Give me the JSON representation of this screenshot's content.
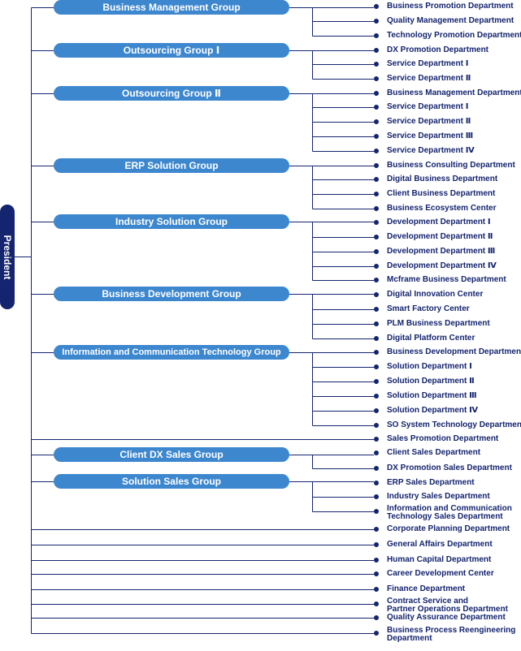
{
  "president": "President",
  "groups": [
    {
      "name": "Business Management Group",
      "departments": [
        "Business Promotion Department",
        "Quality Management Department",
        "Technology Promotion Department"
      ]
    },
    {
      "name": "Outsourcing Group Ⅰ",
      "departments": [
        "DX Promotion Department",
        "Service Department Ⅰ",
        "Service Department Ⅱ"
      ]
    },
    {
      "name": "Outsourcing Group Ⅱ",
      "departments": [
        "Business Management Department",
        "Service Department Ⅰ",
        "Service Department Ⅱ",
        "Service Department Ⅲ",
        "Service Department Ⅳ"
      ]
    },
    {
      "name": "ERP Solution Group",
      "departments": [
        "Business Consulting Department",
        "Digital Business Department",
        "Client Business Department",
        "Business Ecosystem Center"
      ]
    },
    {
      "name": "Industry Solution Group",
      "departments": [
        "Development Department Ⅰ",
        "Development Department Ⅱ",
        "Development Department Ⅲ",
        "Development Department Ⅳ",
        "Mcframe Business Department"
      ]
    },
    {
      "name": "Business Development Group",
      "departments": [
        "Digital Innovation Center",
        "Smart Factory Center",
        "PLM Business Department",
        "Digital Platform Center"
      ]
    },
    {
      "name": "Information and Communication Technology Group",
      "departments": [
        "Business Development Department",
        "Solution Department Ⅰ",
        "Solution Department Ⅱ",
        "Solution Department Ⅲ",
        "Solution Department Ⅳ",
        "SO System Technology Department"
      ]
    },
    {
      "name": "Sales Promotion Department",
      "direct": true
    },
    {
      "name": "Client DX Sales Group",
      "departments": [
        "Client Sales Department",
        "DX Promotion Sales Department"
      ]
    },
    {
      "name": "Solution Sales Group",
      "departments": [
        "ERP Sales Department",
        "Industry Sales Department",
        "Information and Communication Technology Sales Department"
      ]
    },
    {
      "name": "Corporate Planning Department",
      "direct": true
    },
    {
      "name": "General Affairs Department",
      "direct": true
    },
    {
      "name": "Human Capital Department",
      "direct": true
    },
    {
      "name": "Career Development Center",
      "direct": true
    },
    {
      "name": "Finance Department",
      "direct": true
    },
    {
      "name": "Contract Service and Partner Operations Department",
      "direct": true
    },
    {
      "name": "Quality Assurance Department",
      "direct": true
    },
    {
      "name": "Business Process Reengineering Department",
      "direct": true
    }
  ]
}
